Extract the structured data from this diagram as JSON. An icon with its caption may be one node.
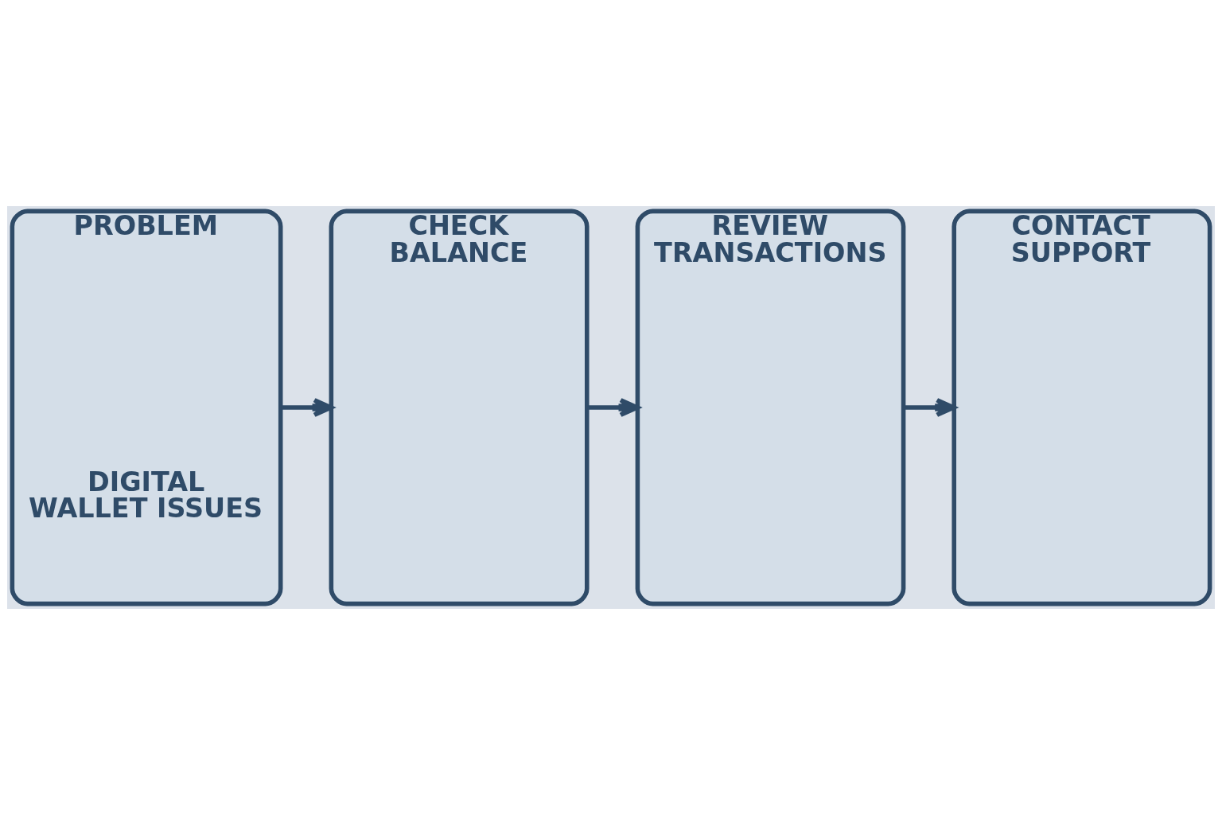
{
  "diagram": {
    "nodes": [
      {
        "text": [
          "PROBLEM",
          "DIGITAL WALLET ISSUES"
        ]
      },
      {
        "text": [
          "CHECK BALANCE"
        ]
      },
      {
        "text": [
          "REVIEW TRANSACTIONS"
        ]
      },
      {
        "text": [
          "CONTACT SUPPORT"
        ]
      }
    ],
    "edges": [
      {
        "from": 0,
        "to": 1,
        "arrow": "to"
      },
      {
        "from": 1,
        "to": 2,
        "arrow": "to"
      },
      {
        "from": 2,
        "to": 3,
        "arrow": "to"
      }
    ]
  }
}
